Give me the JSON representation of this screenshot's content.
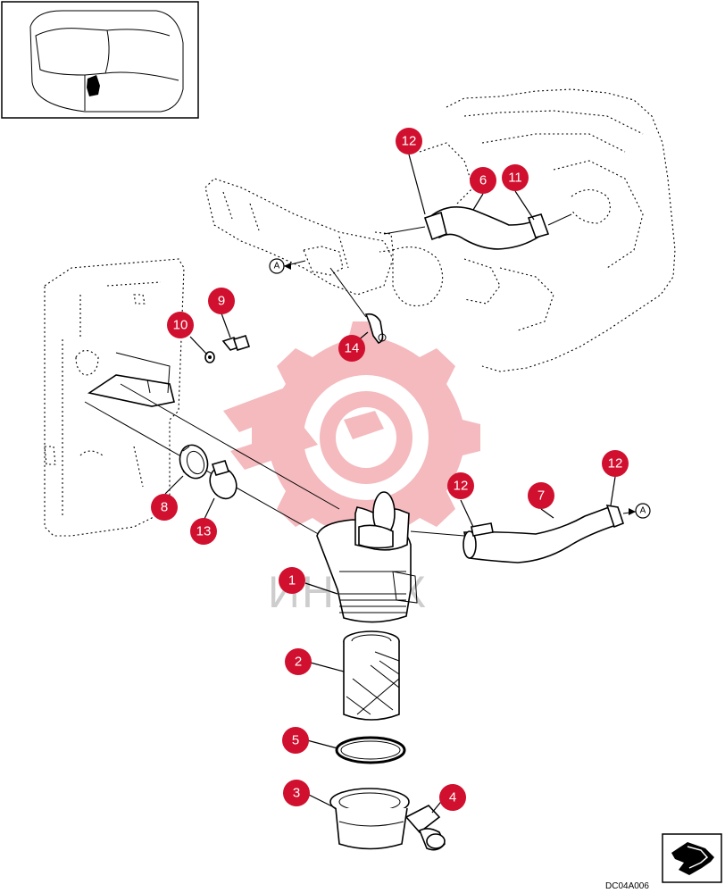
{
  "drawing_code": "DC04A006",
  "reference_mark": "A",
  "watermark_text": "ИНТЕХ",
  "callouts": [
    {
      "id": "1",
      "label": "1"
    },
    {
      "id": "2",
      "label": "2"
    },
    {
      "id": "3",
      "label": "3"
    },
    {
      "id": "4",
      "label": "4"
    },
    {
      "id": "5",
      "label": "5"
    },
    {
      "id": "6",
      "label": "6"
    },
    {
      "id": "7",
      "label": "7"
    },
    {
      "id": "8",
      "label": "8"
    },
    {
      "id": "9",
      "label": "9"
    },
    {
      "id": "10",
      "label": "10"
    },
    {
      "id": "11",
      "label": "11"
    },
    {
      "id": "12a",
      "label": "12"
    },
    {
      "id": "12b",
      "label": "12"
    },
    {
      "id": "12c",
      "label": "12"
    },
    {
      "id": "13",
      "label": "13"
    },
    {
      "id": "14",
      "label": "14"
    }
  ],
  "colors": {
    "callout": "#d0102e",
    "watermark": "#f3b3b8",
    "line": "#000000"
  }
}
